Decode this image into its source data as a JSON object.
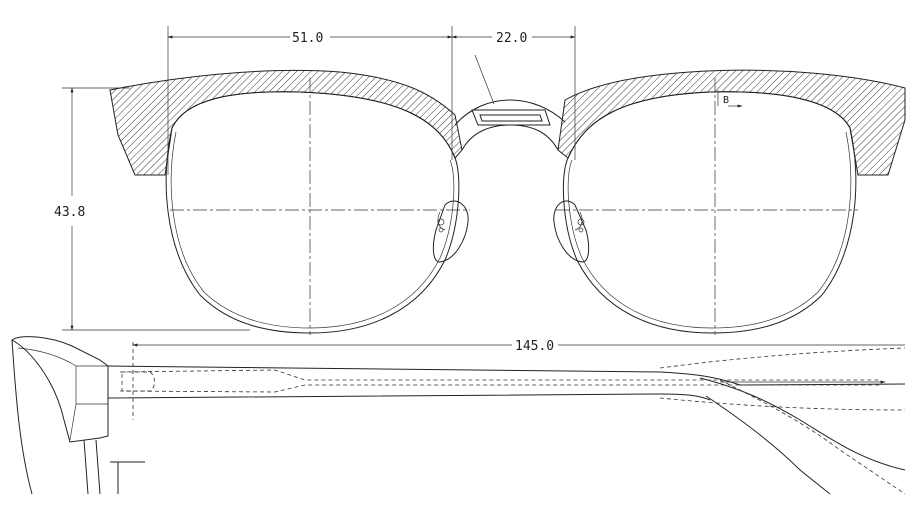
{
  "dimensions": {
    "lens_width": "51.0",
    "bridge_width": "22.0",
    "lens_height": "43.8",
    "temple_length": "145.0"
  },
  "section_marker": "B"
}
